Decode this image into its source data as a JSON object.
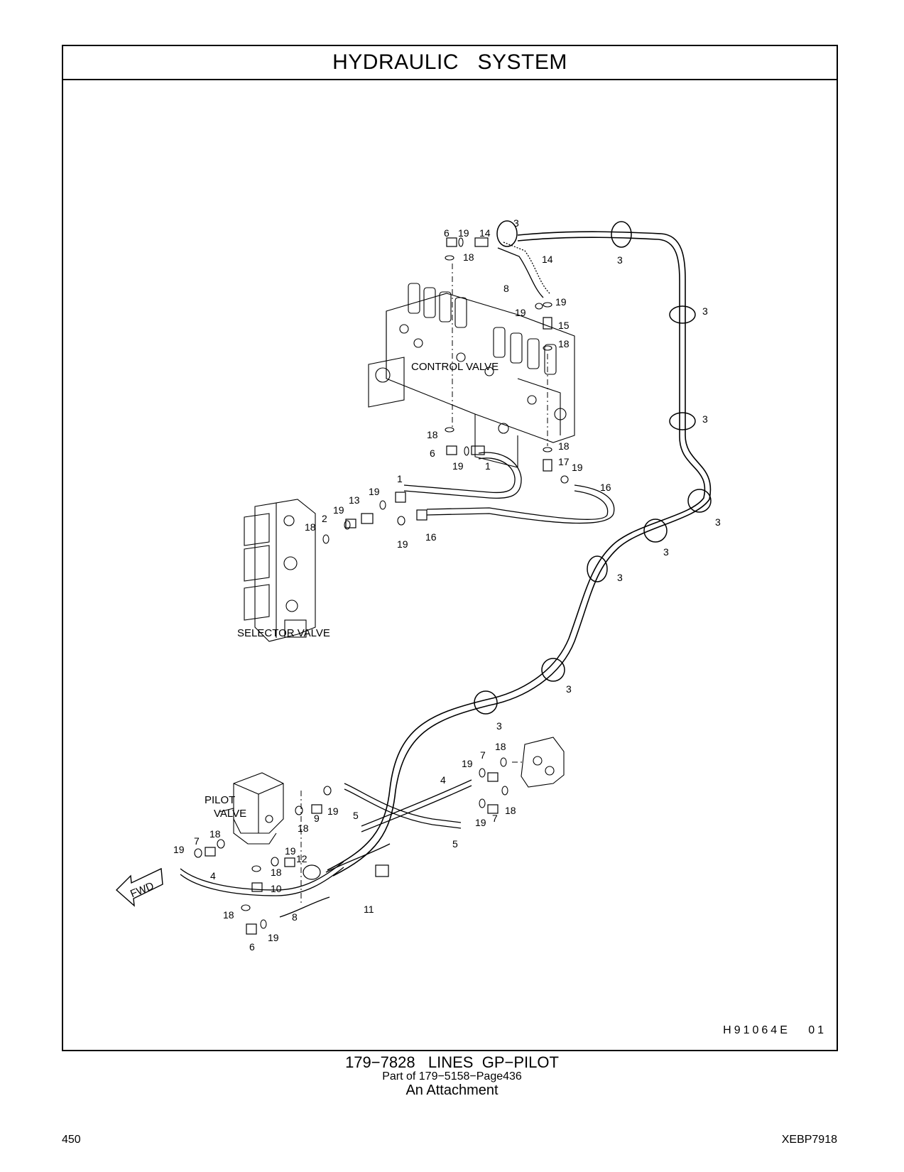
{
  "header": {
    "title": "HYDRAULIC   SYSTEM"
  },
  "diagram": {
    "component_labels": {
      "control_valve": "CONTROL VALVE",
      "selector_valve": "SELECTOR VALVE",
      "pilot_valve_line1": "PILOT",
      "pilot_valve_line2": "VALVE"
    },
    "direction_label": "FWD",
    "callouts": [
      "6",
      "19",
      "14",
      "3",
      "18",
      "14",
      "3",
      "8",
      "19",
      "19",
      "15",
      "18",
      "3",
      "3",
      "18",
      "6",
      "19",
      "1",
      "18",
      "17",
      "19",
      "16",
      "1",
      "19",
      "13",
      "19",
      "2",
      "18",
      "19",
      "16",
      "3",
      "3",
      "3",
      "3",
      "3",
      "18",
      "7",
      "19",
      "4",
      "18",
      "19",
      "7",
      "9",
      "19",
      "5",
      "18",
      "19",
      "5",
      "7",
      "18",
      "19",
      "12",
      "18",
      "4",
      "10",
      "11",
      "18",
      "8",
      "19",
      "6"
    ],
    "figure_code": "H91064E   01"
  },
  "caption": {
    "line1": "179−7828   LINES  GP−PILOT",
    "line2": "Part of 179−5158−Page436",
    "line3": "An Attachment"
  },
  "footer": {
    "page_number": "450",
    "doc_code": "XEBP7918"
  }
}
